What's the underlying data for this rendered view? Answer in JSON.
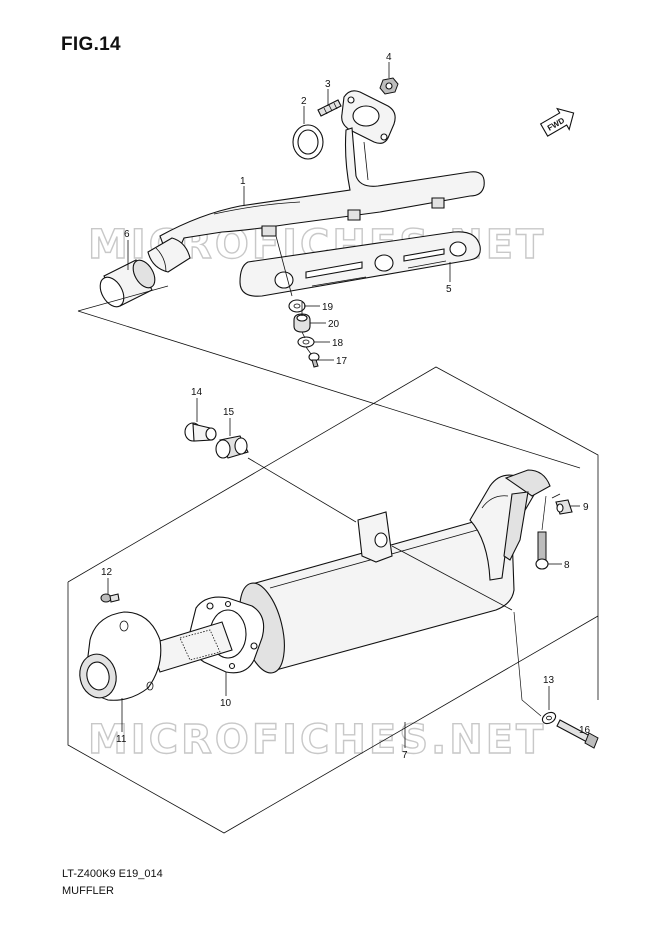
{
  "figure": {
    "title": "FIG.14",
    "code": "LT-Z400K9 E19_014",
    "name": "MUFFLER",
    "watermark": "MICROFICHES.NET",
    "fwd_label": "FWD"
  },
  "callouts": [
    {
      "id": "c1",
      "label": "1"
    },
    {
      "id": "c2",
      "label": "2"
    },
    {
      "id": "c3",
      "label": "3"
    },
    {
      "id": "c4",
      "label": "4"
    },
    {
      "id": "c5",
      "label": "5"
    },
    {
      "id": "c6",
      "label": "6"
    },
    {
      "id": "c7",
      "label": "7"
    },
    {
      "id": "c8",
      "label": "8"
    },
    {
      "id": "c9",
      "label": "9"
    },
    {
      "id": "c10",
      "label": "10"
    },
    {
      "id": "c11",
      "label": "11"
    },
    {
      "id": "c12",
      "label": "12"
    },
    {
      "id": "c13",
      "label": "13"
    },
    {
      "id": "c14",
      "label": "14"
    },
    {
      "id": "c15",
      "label": "15"
    },
    {
      "id": "c16",
      "label": "16"
    },
    {
      "id": "c17",
      "label": "17"
    },
    {
      "id": "c18",
      "label": "18"
    },
    {
      "id": "c19",
      "label": "19"
    },
    {
      "id": "c20",
      "label": "20"
    }
  ]
}
